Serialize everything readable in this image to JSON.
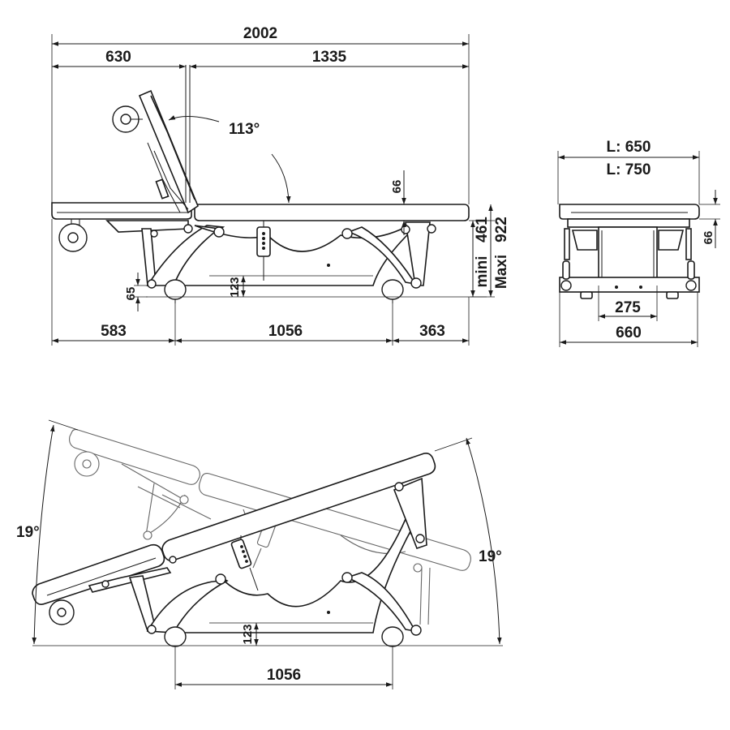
{
  "side_view": {
    "overall_length": "2002",
    "backrest_length": "630",
    "seat_length": "1335",
    "backrest_angle": "113°",
    "mattress_thickness": "66",
    "height_min_label": "mini",
    "height_min_value": "461",
    "height_max_label": "Maxi",
    "height_max_value": "922",
    "ground_clearance": "65",
    "frame_clearance": "123",
    "foot_offset": "583",
    "wheel_base": "1056",
    "head_offset": "363"
  },
  "end_view": {
    "width_1": "L: 650",
    "width_2": "L: 750",
    "mattress_thickness": "66",
    "column_width": "275",
    "base_width": "660"
  },
  "tilt_view": {
    "tilt_left": "19°",
    "tilt_right": "19°",
    "frame_clearance": "123",
    "wheel_base": "1056"
  },
  "colors": {
    "line": "#1a1a1a",
    "ghost": "#666666",
    "background": "#ffffff"
  }
}
